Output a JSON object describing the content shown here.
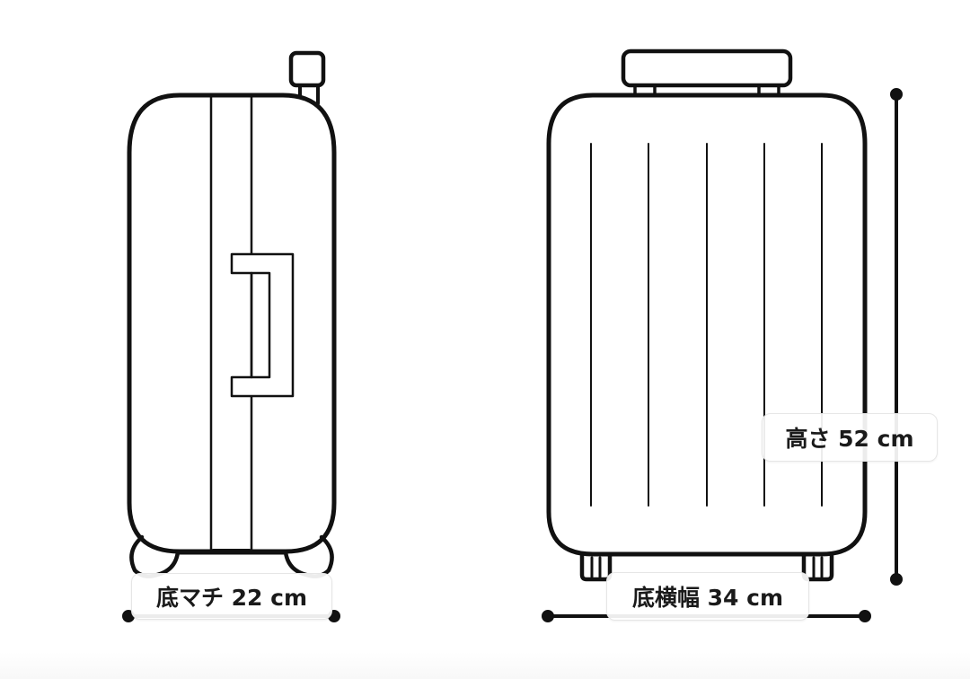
{
  "diagram": {
    "subject": "suitcase dimensions",
    "views": [
      {
        "name": "side-view",
        "description": "side profile of suitcase with handle and telescopic handle top"
      },
      {
        "name": "front-view",
        "description": "front of suitcase with top handle, vertical ribs and wheels"
      }
    ],
    "labels": {
      "depth": "底マチ 22 cm",
      "height": "高さ 52 cm",
      "width": "底横幅 34 cm"
    },
    "dimensions": {
      "depth_cm": 22,
      "height_cm": 52,
      "width_cm": 34
    },
    "colors": {
      "stroke": "#111111",
      "label_bg": "#ffffff",
      "label_border": "#e6e6e6",
      "text": "#1a1a1a"
    }
  }
}
